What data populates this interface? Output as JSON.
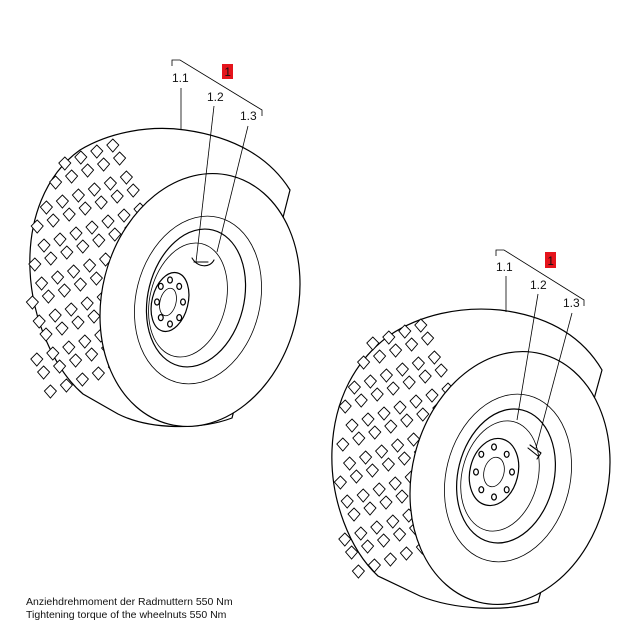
{
  "accent_color": "#e5141c",
  "assemblies": [
    {
      "badge": "1",
      "labels": [
        "1.1",
        "1.2",
        "1.3"
      ]
    },
    {
      "badge": "1",
      "labels": [
        "1.1",
        "1.2",
        "1.3"
      ]
    }
  ],
  "caption": {
    "line_de": "Anziehdrehmoment der Radmuttern 550 Nm",
    "line_en": "Tightening torque of the wheelnuts 550 Nm"
  }
}
